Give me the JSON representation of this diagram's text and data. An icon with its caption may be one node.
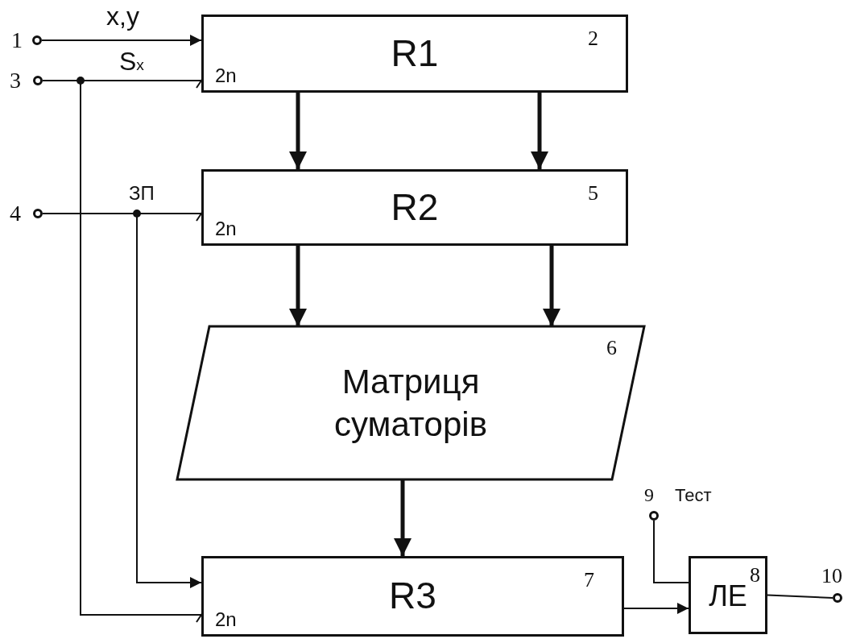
{
  "diagram": {
    "nodes": [
      {
        "text": [],
        "shape": "circle",
        "beside": [
          "1"
        ]
      },
      {
        "text": [
          "R1",
          "2",
          "2n"
        ]
      },
      {
        "text": [],
        "shape": "circle",
        "beside": [
          "3"
        ]
      },
      {
        "text": [],
        "shape": "circle",
        "beside": [
          "4"
        ]
      },
      {
        "text": [
          "R2",
          "5",
          "2n"
        ]
      },
      {
        "text": [
          "Матриця суматорів",
          "6"
        ]
      },
      {
        "text": [],
        "shape": "circle",
        "beside": [
          "9",
          "Тест"
        ]
      },
      {
        "text": [
          "R3",
          "7",
          "2n"
        ]
      },
      {
        "text": [
          "ЛЕ",
          "8"
        ]
      },
      {
        "text": [],
        "shape": "circle",
        "beside": [
          "10"
        ]
      }
    ],
    "edges": [
      {
        "from": 0,
        "to": 1,
        "arrow": "to",
        "label": "x,y"
      },
      {
        "from": 2,
        "to": 1,
        "arrow": "none",
        "label": "S$_{x}$"
      },
      {
        "from": 2,
        "to": 7,
        "arrow": "none"
      },
      {
        "from": 3,
        "to": 4,
        "arrow": "none",
        "label": "ЗП"
      },
      {
        "from": 3,
        "to": 7,
        "arrow": "to"
      },
      {
        "from": 1,
        "to": 4,
        "arrow": "to",
        "style": "thick"
      },
      {
        "from": 1,
        "to": 4,
        "arrow": "to",
        "style": "thick"
      },
      {
        "from": 4,
        "to": 5,
        "arrow": "to",
        "style": "thick"
      },
      {
        "from": 4,
        "to": 5,
        "arrow": "to",
        "style": "thick"
      },
      {
        "from": 5,
        "to": 7,
        "arrow": "to",
        "style": "thick"
      },
      {
        "from": 7,
        "to": 8,
        "arrow": "to"
      },
      {
        "from": 6,
        "to": 8,
        "arrow": "none"
      },
      {
        "from": 8,
        "to": 9,
        "arrow": "none"
      }
    ]
  }
}
